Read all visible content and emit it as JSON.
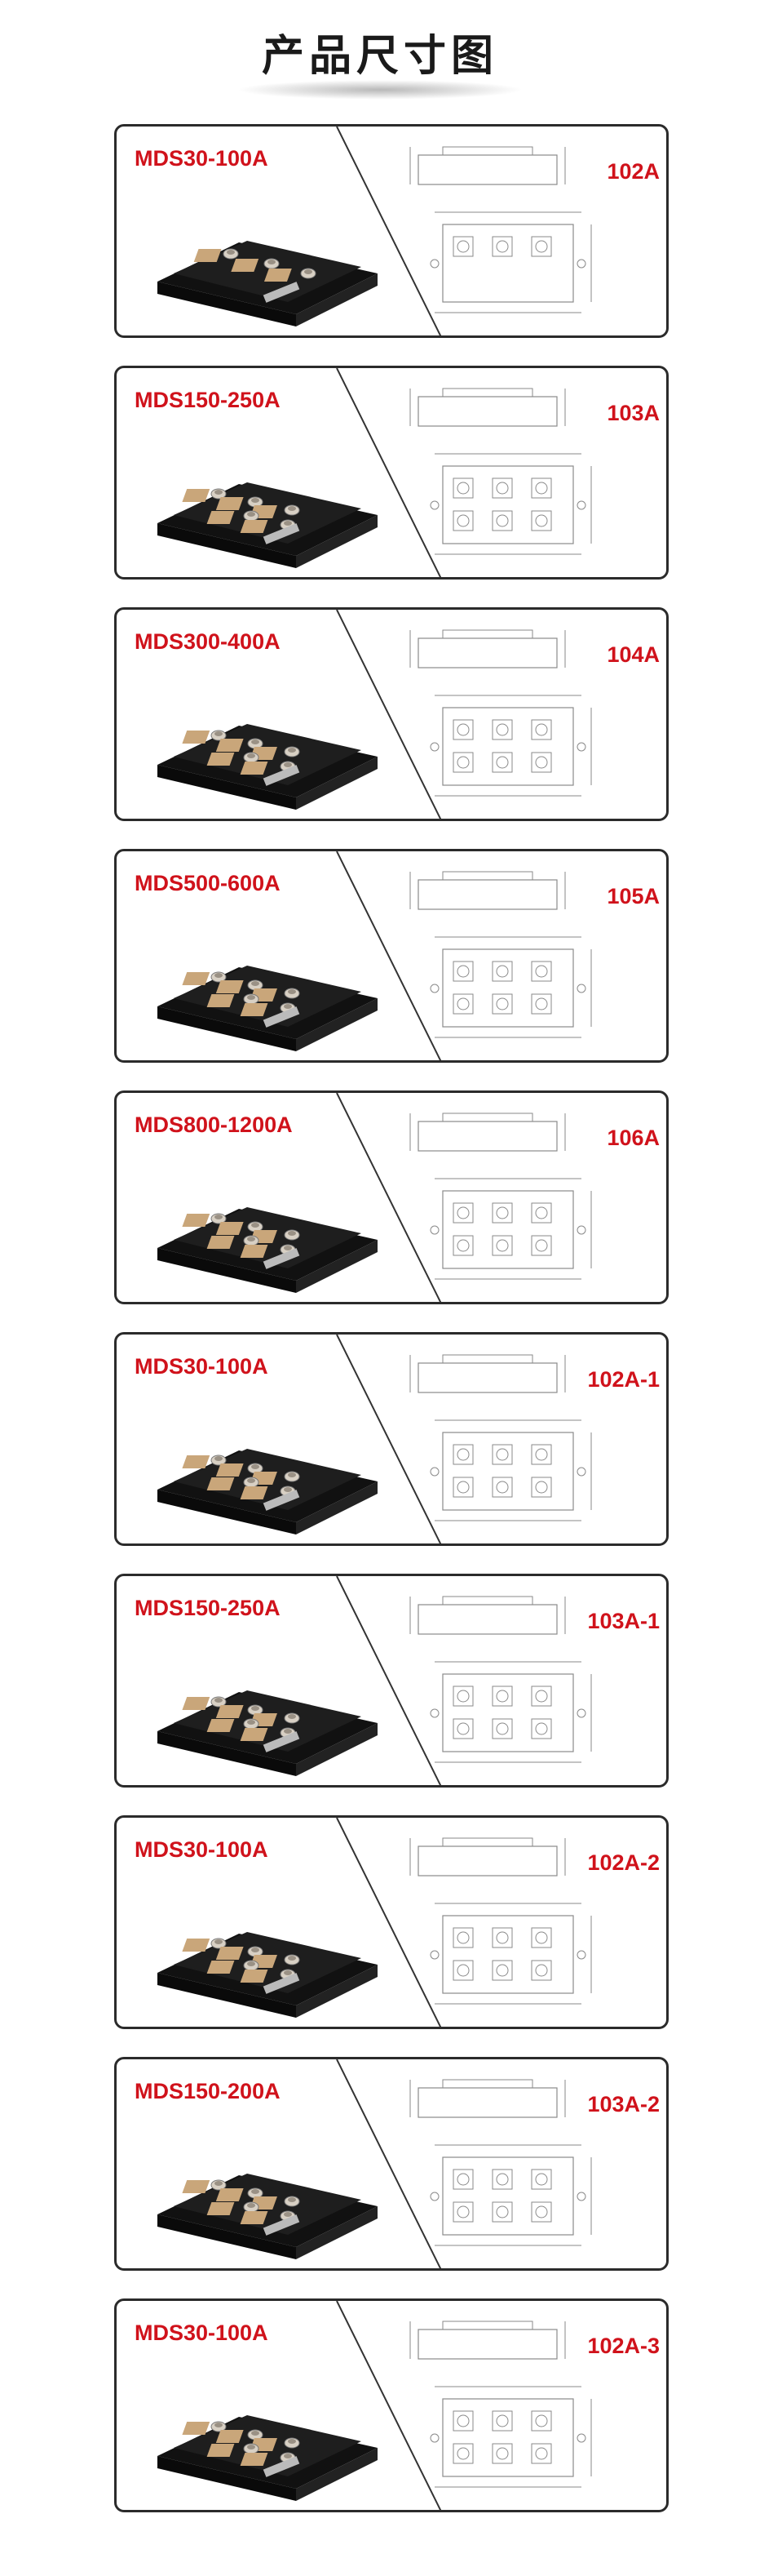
{
  "page": {
    "title": "产品尺寸图"
  },
  "products": [
    {
      "model": "MDS30-100A",
      "code": "102A",
      "terminals": 3
    },
    {
      "model": "MDS150-250A",
      "code": "103A",
      "terminals": 5
    },
    {
      "model": "MDS300-400A",
      "code": "104A",
      "terminals": 5
    },
    {
      "model": "MDS500-600A",
      "code": "105A",
      "terminals": 5
    },
    {
      "model": "MDS800-1200A",
      "code": "106A",
      "terminals": 5
    },
    {
      "model": "MDS30-100A",
      "code": "102A-1",
      "terminals": 5
    },
    {
      "model": "MDS150-250A",
      "code": "103A-1",
      "terminals": 5
    },
    {
      "model": "MDS30-100A",
      "code": "102A-2",
      "terminals": 5
    },
    {
      "model": "MDS150-200A",
      "code": "103A-2",
      "terminals": 5
    },
    {
      "model": "MDS30-100A",
      "code": "102A-3",
      "terminals": 5
    }
  ],
  "colors": {
    "label_red": "#d0121b",
    "border": "#2b2b2b",
    "module_body": "#1c1c1c",
    "terminal_brass": "#c9a67a",
    "drawing_line": "#8a8a8a"
  }
}
